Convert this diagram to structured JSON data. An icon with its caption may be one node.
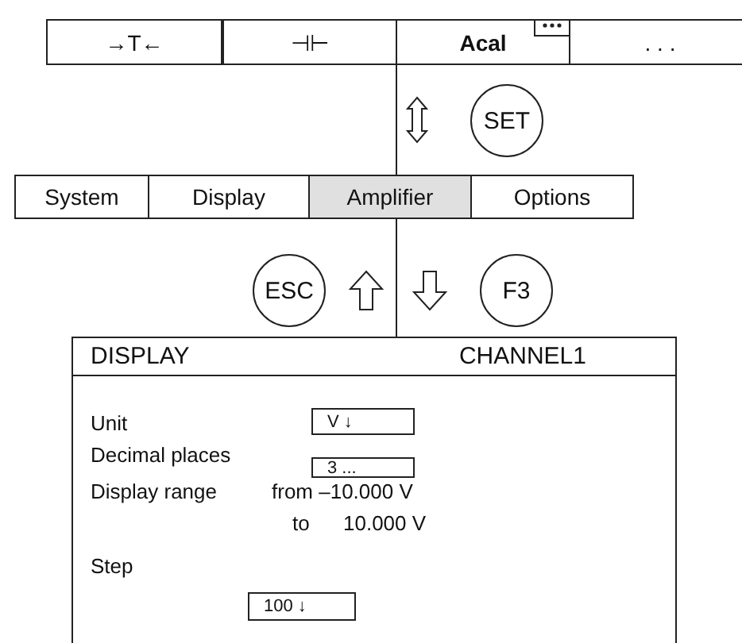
{
  "diagram": {
    "nodes": [
      {
        "text": [
          "→T←"
        ]
      },
      {
        "text": [
          "⊣⊢"
        ]
      },
      {
        "text": [
          "Acal"
        ]
      },
      {
        "text": [
          ". . ."
        ]
      },
      {
        "text": [
          "SET"
        ]
      },
      {
        "text": [
          "System"
        ]
      },
      {
        "text": [
          "Display"
        ]
      },
      {
        "text": [
          "Amplifier"
        ]
      },
      {
        "text": [
          "Options"
        ]
      },
      {
        "text": [
          "ESC"
        ]
      },
      {
        "text": [
          "F3"
        ]
      },
      {
        "text": [
          "DISPLAY",
          "CHANNEL1"
        ]
      },
      {
        "text": [
          "V ↓"
        ],
        "in": 11
      },
      {
        "text": [
          "3 ..."
        ],
        "in": 11
      },
      {
        "text": [
          "100 ↓"
        ],
        "in": 11
      }
    ],
    "edges": [
      {
        "from": 2,
        "to": 7,
        "arrow": "none"
      },
      {
        "from": 7,
        "to": 11,
        "arrow": "none"
      }
    ],
    "labels": [
      "Unit",
      "Decimal places",
      "Display range",
      "from –10.000 V",
      "to",
      "10.000 V",
      "Step"
    ]
  }
}
